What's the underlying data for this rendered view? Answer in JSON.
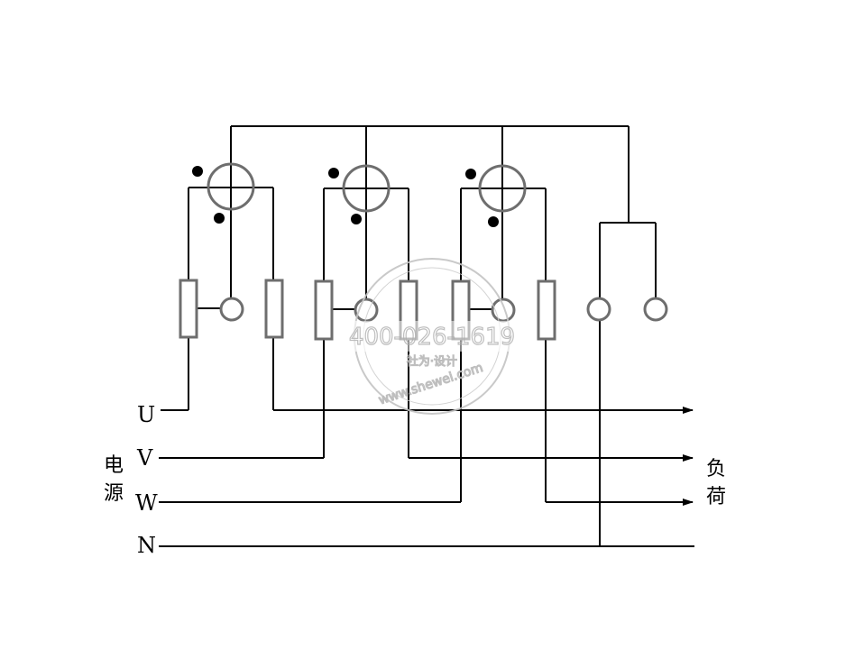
{
  "labels": {
    "U": "U",
    "V": "V",
    "W": "W",
    "N": "N",
    "source_1": "电",
    "source_2": "源",
    "load_1": "负",
    "load_2": "荷"
  },
  "watermark": {
    "phone": "400-026-1619",
    "url": "www.shewei.com",
    "sub": "社为·设计"
  },
  "colors": {
    "wire": "#000000",
    "component": "#6e6e6e",
    "watermark": "#b8b8b8"
  }
}
